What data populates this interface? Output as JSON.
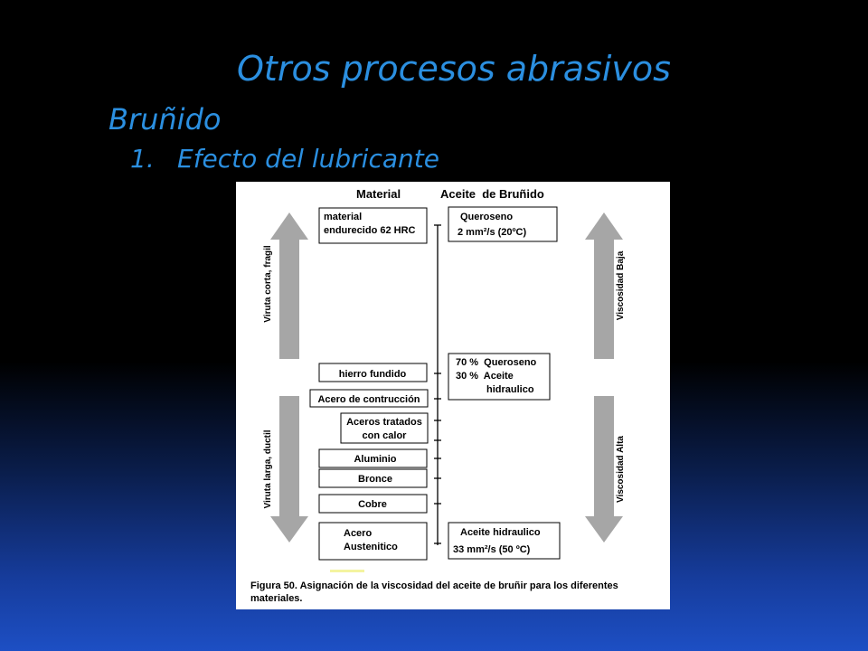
{
  "slide": {
    "title": "Otros procesos abrasivos",
    "subtitle": "Bruñido",
    "list_number": "1.",
    "list_item": "Efecto del lubricante"
  },
  "figure": {
    "headers": {
      "material": "Material",
      "aceite": "Aceite  de Bruñido"
    },
    "materials": [
      [
        "material",
        "endurecido 62 HRC"
      ],
      [
        "hierro fundido"
      ],
      [
        "Acero de contrucción"
      ],
      [
        "Aceros tratados",
        "con calor"
      ],
      [
        "Aluminio"
      ],
      [
        "Bronce"
      ],
      [
        "Cobre"
      ],
      [
        "Acero",
        "Austenitico"
      ]
    ],
    "oils": [
      {
        "lines": [
          "Queroseno",
          "2 mm²/s (20ºC)"
        ]
      },
      {
        "lines": [
          "70 %  Queroseno",
          "30 %  Aceite",
          "hidraulico"
        ]
      },
      {
        "lines": [
          "Aceite hidraulico",
          "33 mm²/s (50 ºC)"
        ]
      }
    ],
    "arrow_labels": {
      "left_up": "Viruta corta, fragil",
      "left_down": "Viruta larga, ductil",
      "right_up": "Viscosidad Baja",
      "right_down": "Viscosidad Alta"
    },
    "caption": "Figura 50. Asignación de la viscosidad del aceite de bruñir para los diferentes materiales."
  },
  "colors": {
    "title": "#2b8fe0",
    "arrow_fill": "#a6a6a6",
    "background_top": "#000000",
    "background_bottom": "#1d4fc4"
  }
}
